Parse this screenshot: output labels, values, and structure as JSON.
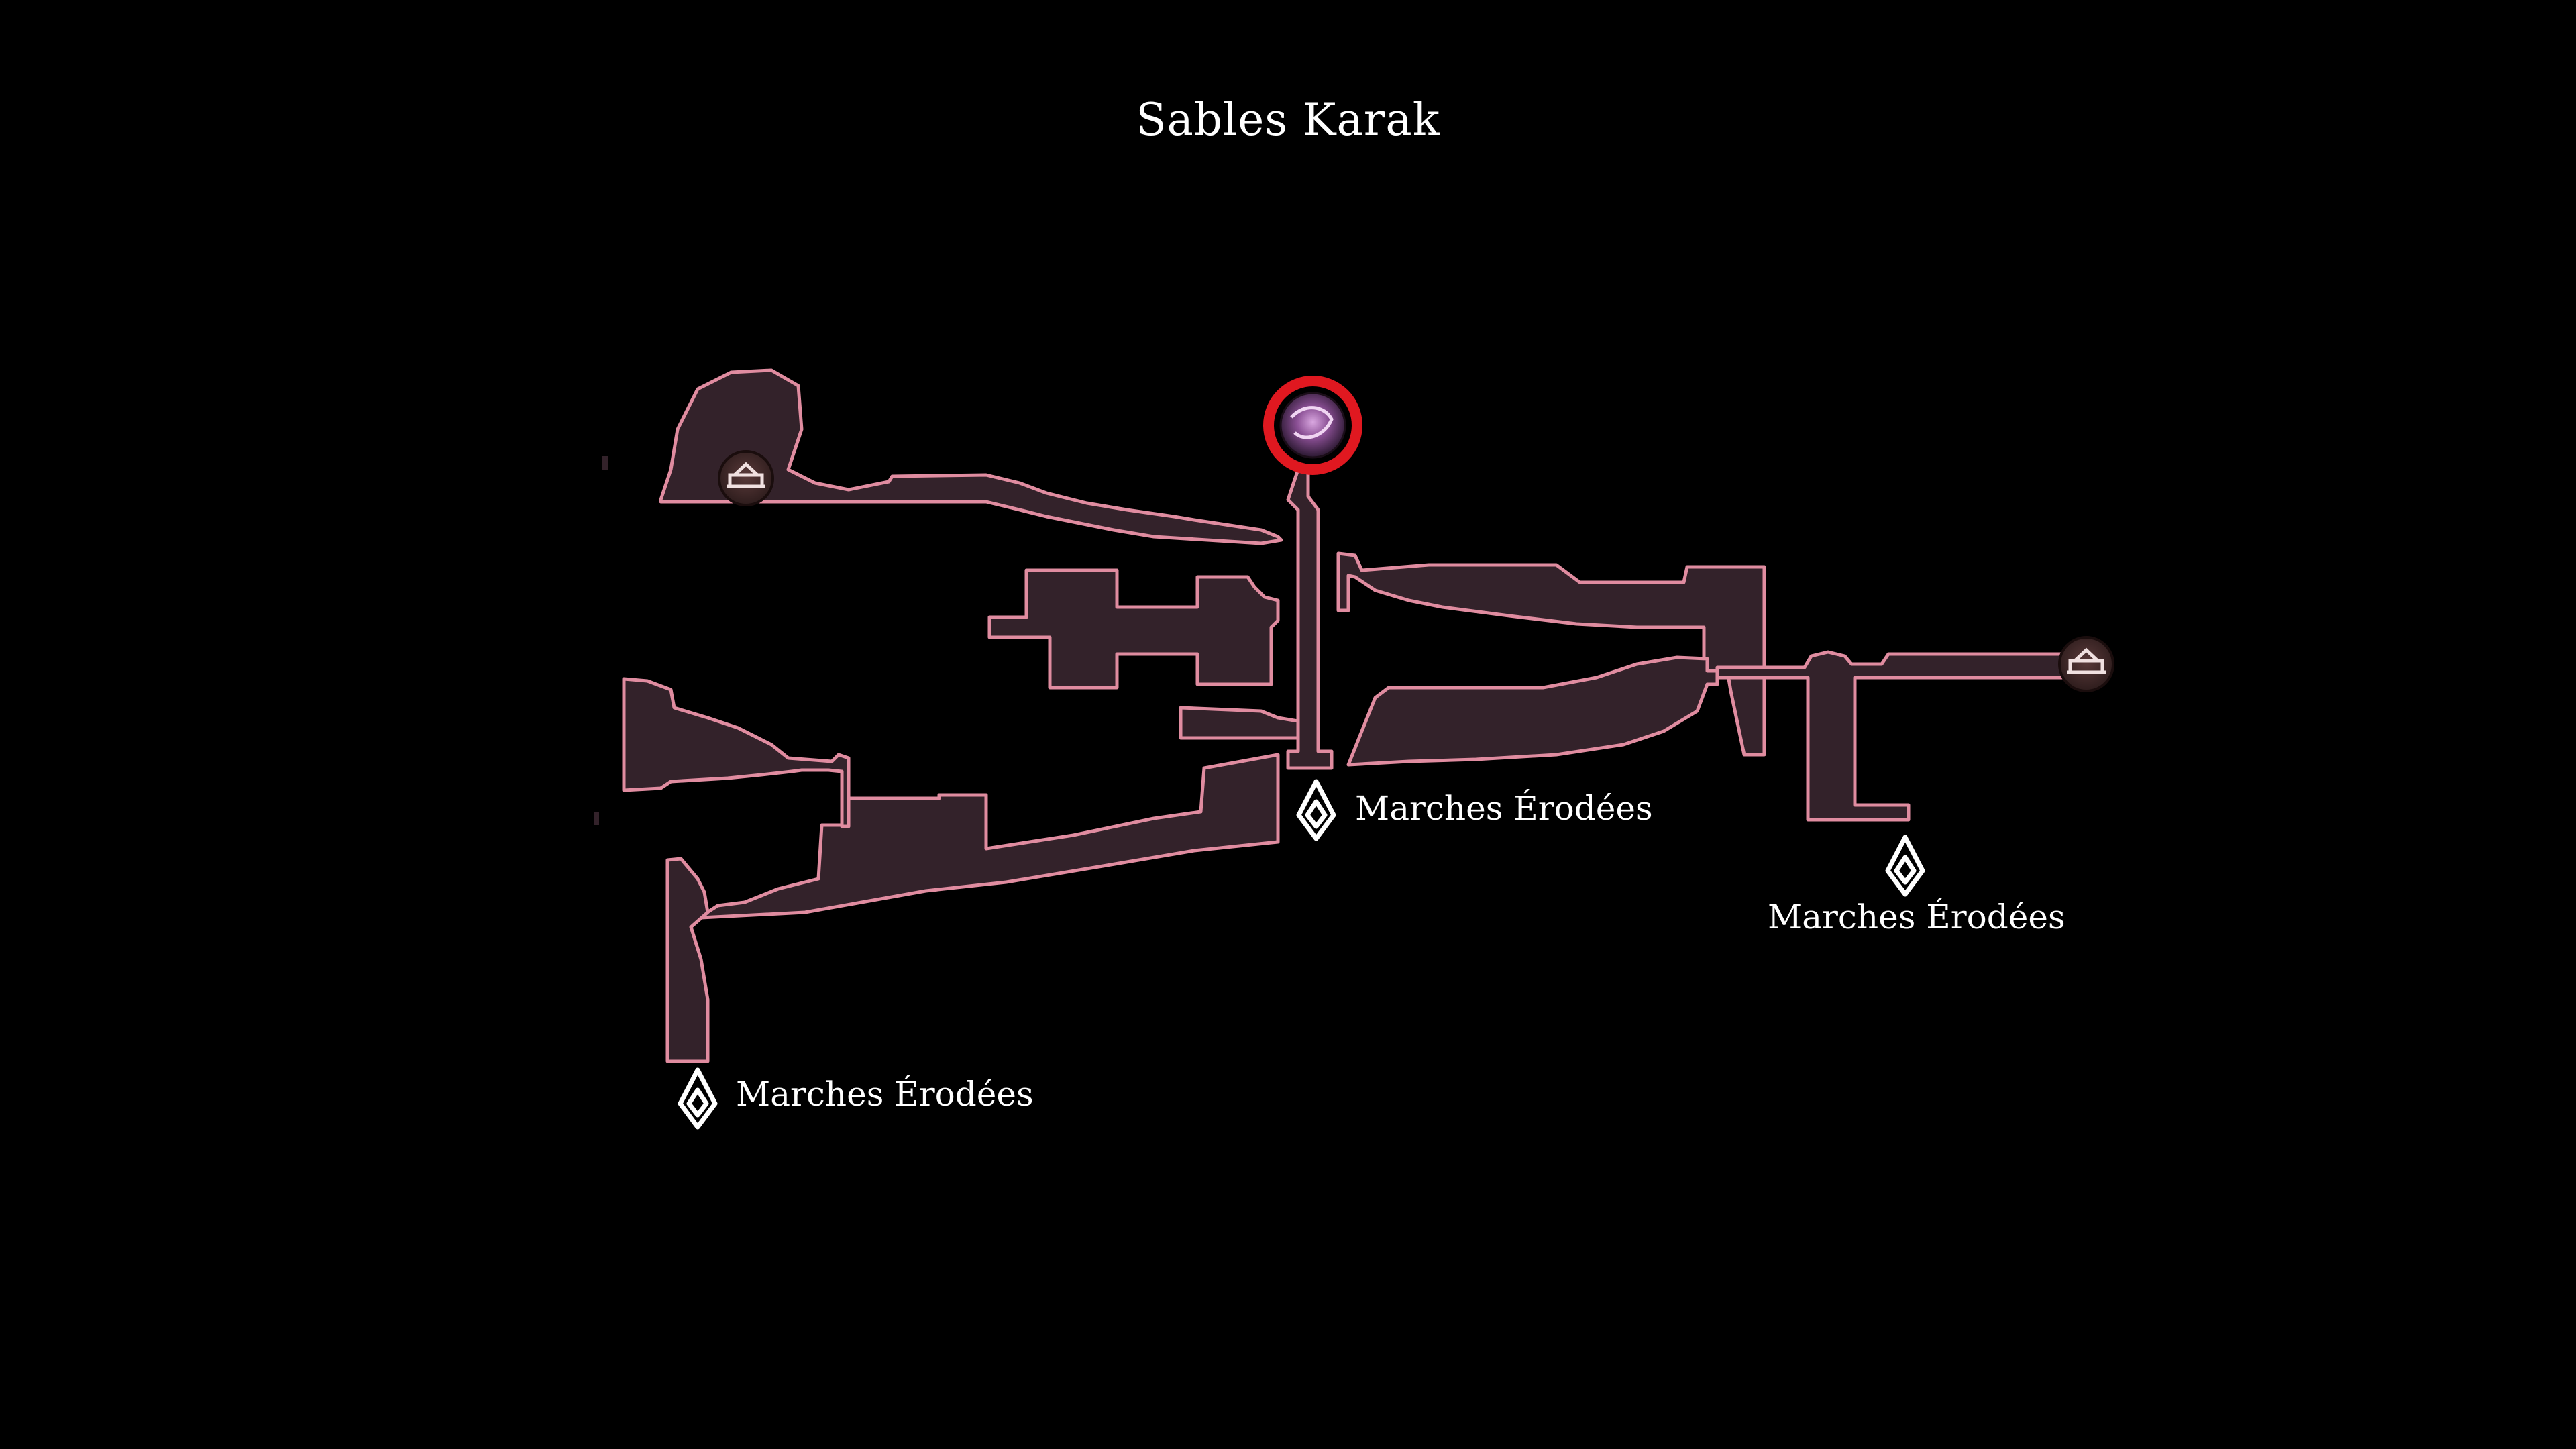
{
  "area": {
    "title": "Sables Karak"
  },
  "exits": [
    {
      "label": "Marches Érodées",
      "icon": "transition-marker-icon"
    },
    {
      "label": "Marches Érodées",
      "icon": "transition-marker-icon"
    },
    {
      "label": "Marches Érodées",
      "icon": "transition-marker-icon"
    }
  ],
  "markers": {
    "bench": "bench-icon",
    "objective": "purple-orb-icon",
    "highlight_color": "#e01820"
  },
  "colors": {
    "room_fill": "#33222a",
    "room_outline": "#e08ca0",
    "background": "#000000"
  }
}
